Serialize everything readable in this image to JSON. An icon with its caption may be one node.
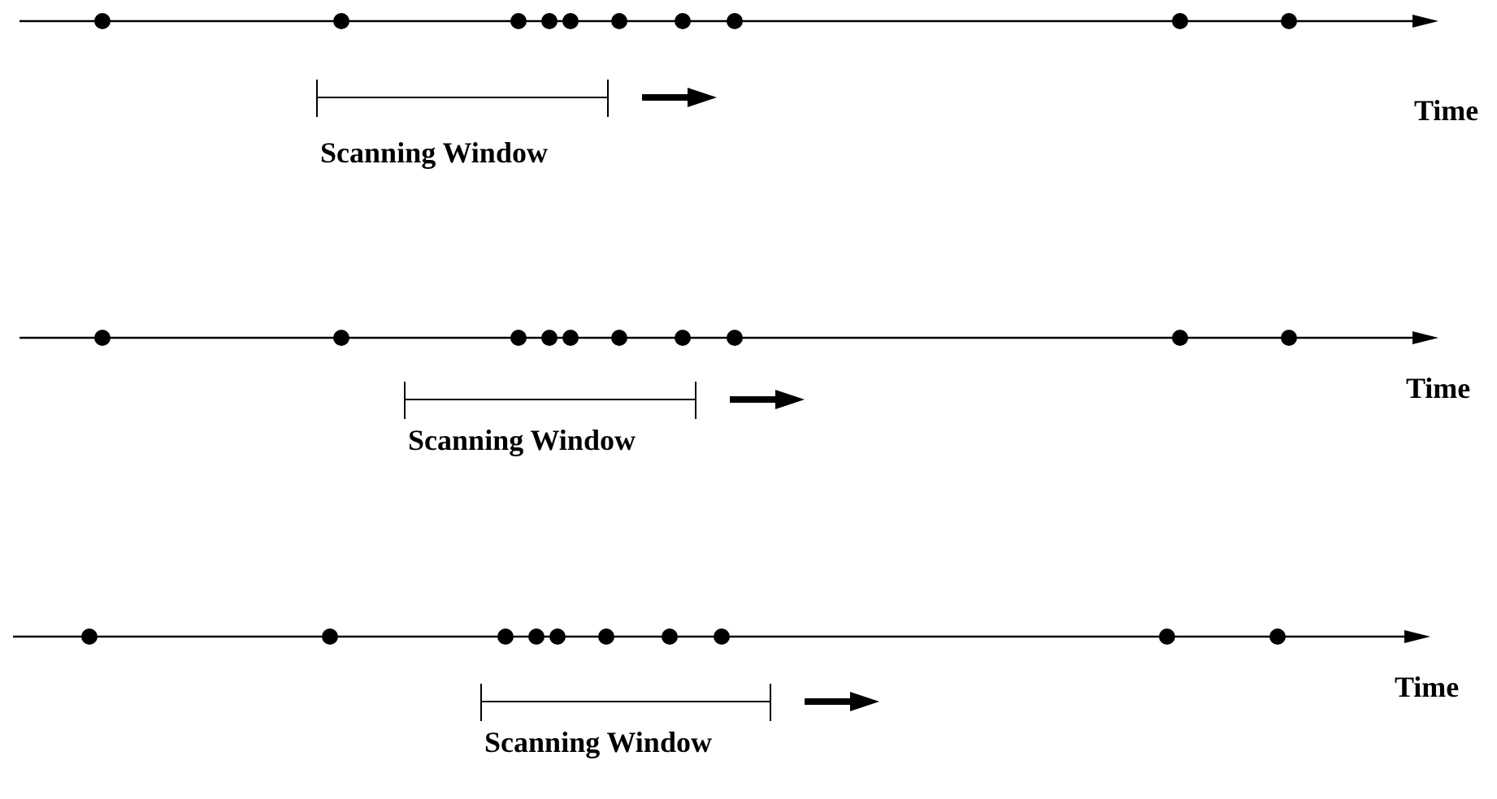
{
  "diagram": {
    "labels": [
      "Time",
      "Scanning Window",
      "Time",
      "Scanning Window",
      "Time",
      "Scanning Window"
    ]
  }
}
